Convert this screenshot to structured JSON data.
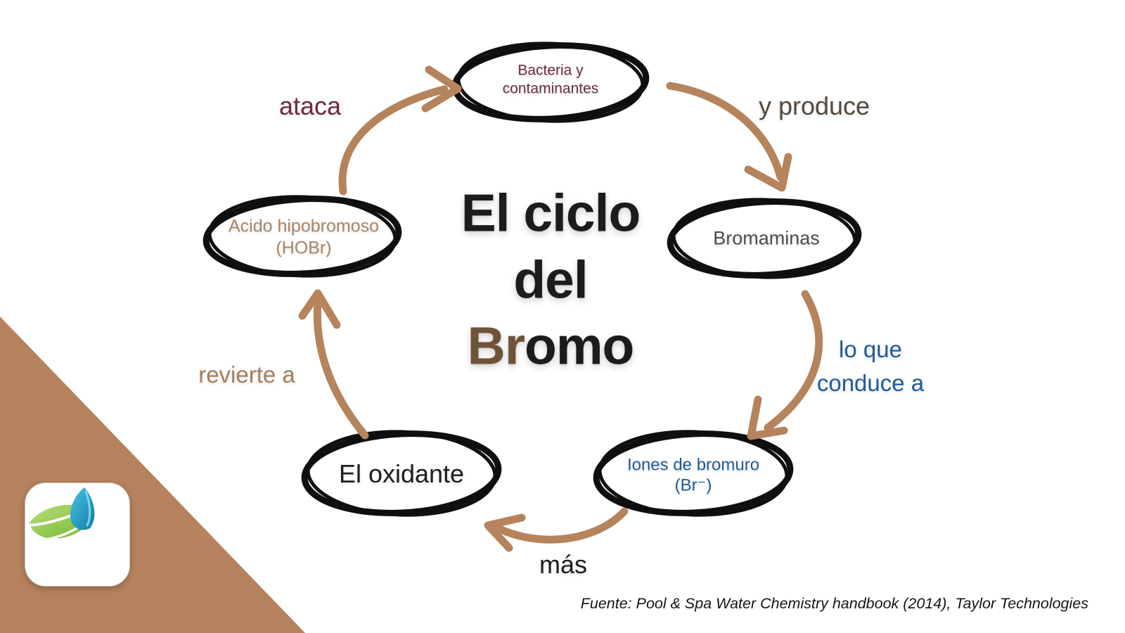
{
  "title": {
    "line1": "El ciclo",
    "line2": "del",
    "line3_accent": "Br",
    "line3_rest": "omo"
  },
  "nodes": {
    "bacteria": {
      "line1": "Bacteria y",
      "line2": "contaminantes",
      "color": "#6d2b45"
    },
    "bromaminas": {
      "label": "Bromaminas",
      "color": "#4d4d4d"
    },
    "iones": {
      "line1": "Iones de bromuro",
      "line2": "(Br⁻)",
      "color": "#1f5c99"
    },
    "oxidante": {
      "label": "El oxidante",
      "color": "#1f1f1f"
    },
    "hobr": {
      "line1": "Acido hipobromoso",
      "line2": "(HOBr)",
      "color": "#ab8465"
    }
  },
  "edge_labels": {
    "ataca": {
      "text": "ataca",
      "color": "#6d2b45"
    },
    "y_produce": {
      "text": "y produce",
      "color": "#554a40"
    },
    "lo_que": {
      "line1": "lo que",
      "line2": "conduce a",
      "color": "#1f5c99"
    },
    "mas": {
      "text": "más",
      "color": "#1f1f1f"
    },
    "revierte": {
      "text": "revierte a",
      "color": "#a5805f"
    }
  },
  "footer": {
    "source": "Fuente: Pool & Spa Water Chemistry handbook (2014), Taylor Technologies"
  },
  "colors": {
    "arrow": "#b5835c",
    "triangle": "#b5825d",
    "node_stroke": "#0f0f0f",
    "title_accent": "#6f5339",
    "background": "#ffffff"
  },
  "logo": {
    "green_leaf": "#7ebf35",
    "blue_leaf": "#1d9fc4"
  }
}
